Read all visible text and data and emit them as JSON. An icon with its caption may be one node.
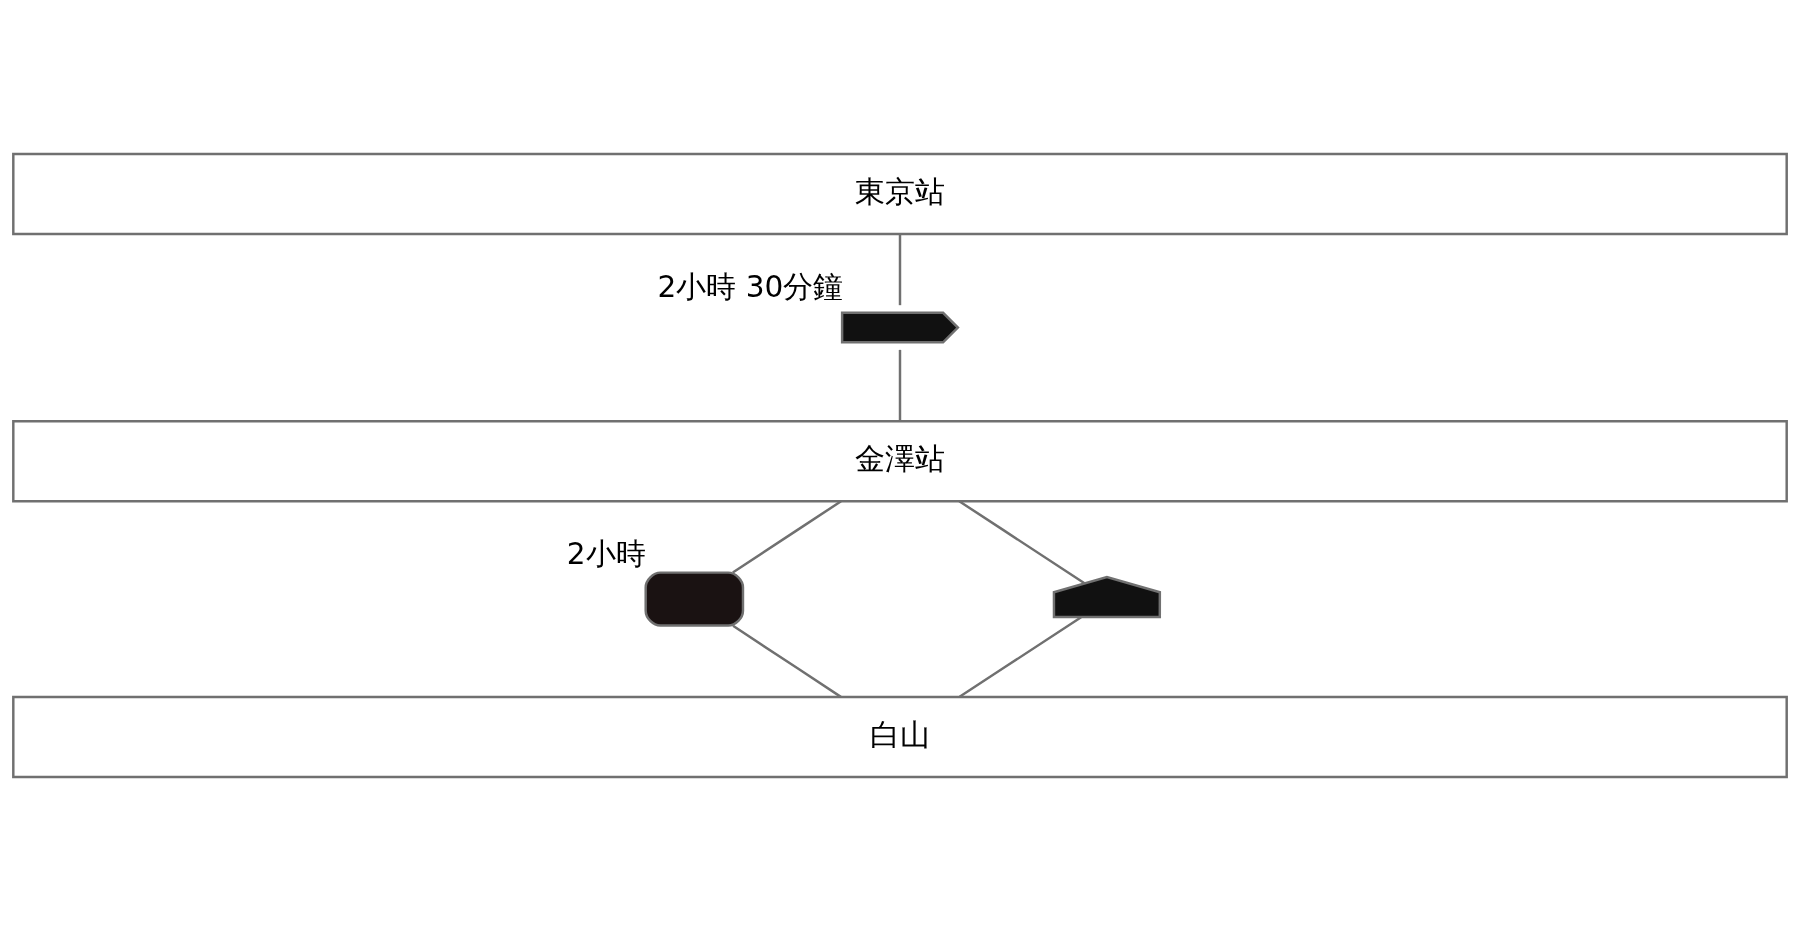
{
  "diagram": {
    "nodes": [
      {
        "text": [
          "東京站"
        ]
      },
      {
        "text": [],
        "shape": "train",
        "beside": [
          "2小時 30分鐘"
        ]
      },
      {
        "text": [
          "金澤站"
        ]
      },
      {
        "text": [],
        "shape": "bus",
        "beside": [
          "2小時"
        ]
      },
      {
        "text": [],
        "shape": "car"
      },
      {
        "text": [
          "白山"
        ]
      }
    ],
    "edges": [
      {
        "from": 0,
        "to": 1,
        "arrow": "none"
      },
      {
        "from": 1,
        "to": 2,
        "arrow": "none"
      },
      {
        "from": 2,
        "to": 3,
        "arrow": "none"
      },
      {
        "from": 2,
        "to": 4,
        "arrow": "none"
      },
      {
        "from": 3,
        "to": 5,
        "arrow": "none"
      },
      {
        "from": 4,
        "to": 5,
        "arrow": "none"
      }
    ]
  }
}
